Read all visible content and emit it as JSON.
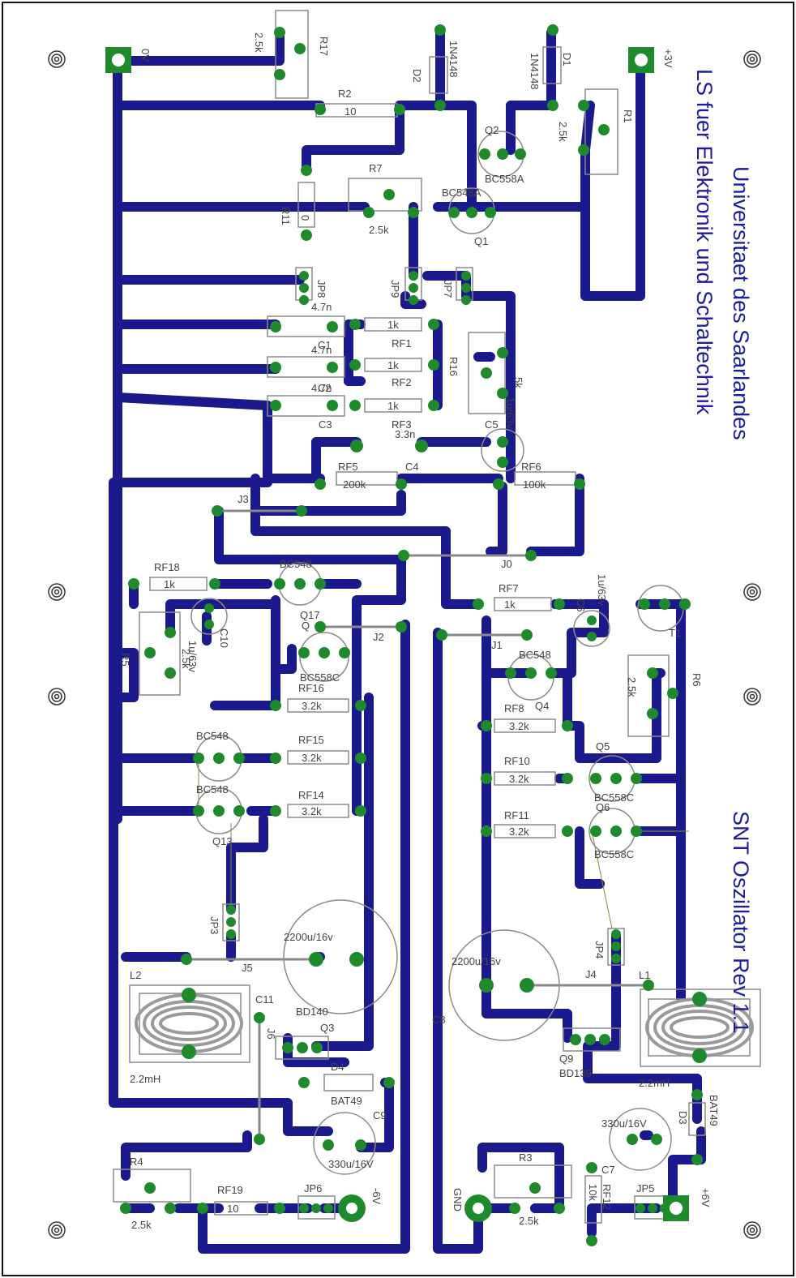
{
  "titles": {
    "line1": "Universitaet des Saarlandes",
    "line2": "LS fuer Elektronik und Schaltechnik",
    "line3": "SNT Oszillator Rev 1.1"
  },
  "colors": {
    "trace": "#1a1a8c",
    "pad": "#1f8a2c",
    "pad_hole": "#ffffff",
    "silk": "#8a8a8a",
    "text": "#444444",
    "title": "#1c1c9c",
    "border": "#111111"
  },
  "terminals": {
    "zero_v": "0V",
    "plus_3v": "+3V",
    "minus_6v": "-6V",
    "plus_6v": "+6V",
    "gnd": "GND"
  },
  "labels": {
    "R17": "R17",
    "R17_val": "2.5k",
    "D2": "D2",
    "D2_val": "1N4148",
    "D1": "D1",
    "D1_val": "1N4148",
    "R1": "R1",
    "R1_val": "2.5k",
    "R2": "R2",
    "R2_val": "10",
    "Q2": "Q2",
    "Q2_val": "BC558A",
    "R7": "R7",
    "R7_val": "2.5k",
    "Q1": "Q1",
    "Q1_val": "BC548A",
    "R11": "R11",
    "R11_val": "0",
    "JP8": "JP8",
    "JP9": "JP9",
    "JP7": "JP7",
    "C1": "C1",
    "C1_val": "4.7n",
    "C2": "C2",
    "C2_val": "4.7n",
    "C3": "C3",
    "C3_val": "4.7n",
    "RF1": "RF1",
    "RF2": "RF2",
    "RF3": "RF3",
    "RF_1k": "1k",
    "R16": "R16",
    "R16_val": "5k",
    "C5": "C5",
    "C5_val": "1u/63v",
    "C4": "C4",
    "C4_val": "3.3n",
    "RF5": "RF5",
    "RF5_val": "200k",
    "RF6": "RF6",
    "RF6_val": "100k",
    "J3": "J3",
    "J0": "J0",
    "J2": "J2",
    "J1": "J1",
    "J4": "J4",
    "J5": "J5",
    "RF18": "RF18",
    "RF18_val": "1k",
    "Q17": "Q17",
    "Q17_val": "BC548",
    "C10": "C10",
    "C10_val": "1u/63v",
    "R5": "R5",
    "R5_val": "2.5k",
    "Q": "Q",
    "Q_val": "BC558C",
    "RF7": "RF7",
    "RF7_val": "1k",
    "C6": "C6",
    "C6_val": "1u/63v",
    "T1": "T1",
    "Q4": "Q4",
    "Q4_val": "BC548",
    "R6": "R6",
    "R6_val": "2.5k",
    "RF16": "RF16",
    "RF15": "RF15",
    "RF14": "RF14",
    "RF8": "RF8",
    "RF10": "RF10",
    "RF11": "RF11",
    "RF_3k2": "3.2k",
    "Q5": "Q5",
    "Q5_val": "BC558C",
    "Q6": "Q6",
    "Q6_val": "BC558C",
    "BC548_a": "BC548",
    "BC548_b": "BC548",
    "Q13": "Q13",
    "JP3": "JP3",
    "JP4": "JP4",
    "C_2200_a": "2200u/16v",
    "C_2200_b": "2200u/16v",
    "L2": "L2",
    "L2_val": "2.2mH",
    "L1": "L1",
    "L1_val": "2.2mH",
    "C11": "C11",
    "C8": "C8",
    "Q3": "Q3",
    "Q3_val": "BD140",
    "Q9": "Q9",
    "Q9_val": "BD139",
    "J6": "J6",
    "D4": "D4",
    "D4_val": "BAT49",
    "D3": "D3",
    "D3_val": "BAT49",
    "C9": "C9",
    "C9_val": "330u/16V",
    "C7": "C7",
    "C7_val": "330u/16V",
    "R4": "R4",
    "R4_val": "2.5k",
    "RF19": "RF19",
    "RF19_val": "10",
    "JP6": "JP6",
    "JP5": "JP5",
    "R3": "R3",
    "R3_val": "2.5k",
    "RF12": "RF12",
    "RF12_val": "10k"
  }
}
